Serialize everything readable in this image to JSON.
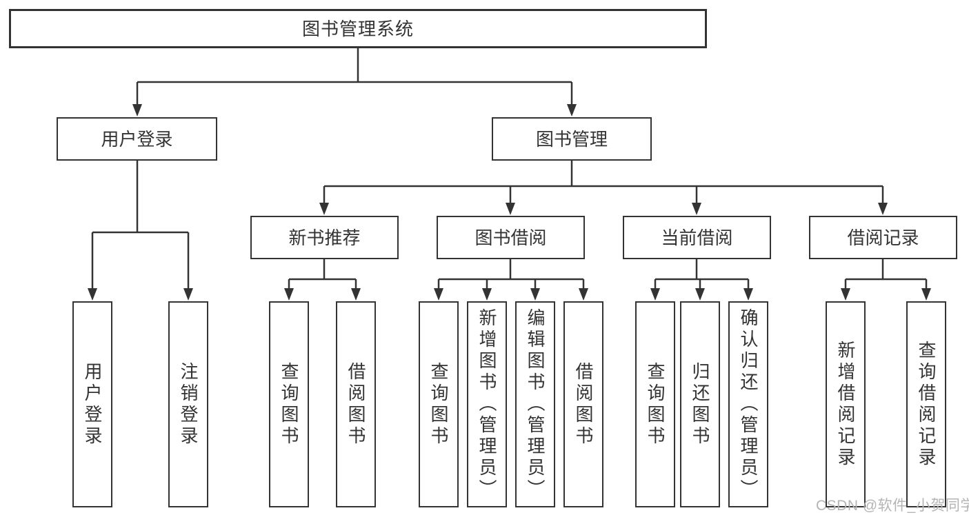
{
  "colors": {
    "line": "#333333",
    "text": "#333333",
    "box_background": "#ffffff",
    "watermark": "#b4b4b4"
  },
  "diagram": {
    "root": {
      "label": "图书管理系统"
    },
    "branches": [
      {
        "label": "用户登录",
        "children": [
          {
            "label": "用户登录"
          },
          {
            "label": "注销登录"
          }
        ]
      },
      {
        "label": "图书管理",
        "children": [
          {
            "label": "新书推荐",
            "children": [
              {
                "label": "查询图书"
              },
              {
                "label": "借阅图书"
              }
            ]
          },
          {
            "label": "图书借阅",
            "children": [
              {
                "label": "查询图书"
              },
              {
                "label": "新增图书（管理员）"
              },
              {
                "label": "编辑图书（管理员）"
              },
              {
                "label": "借阅图书"
              }
            ]
          },
          {
            "label": "当前借阅",
            "children": [
              {
                "label": "查询图书"
              },
              {
                "label": "归还图书"
              },
              {
                "label": "确认归还（管理员）"
              }
            ]
          },
          {
            "label": "借阅记录",
            "children": [
              {
                "label": "新增借阅记录"
              },
              {
                "label": "查询借阅记录"
              }
            ]
          }
        ]
      }
    ]
  },
  "watermark": {
    "text": "CSDN @软件_小贺同学"
  }
}
